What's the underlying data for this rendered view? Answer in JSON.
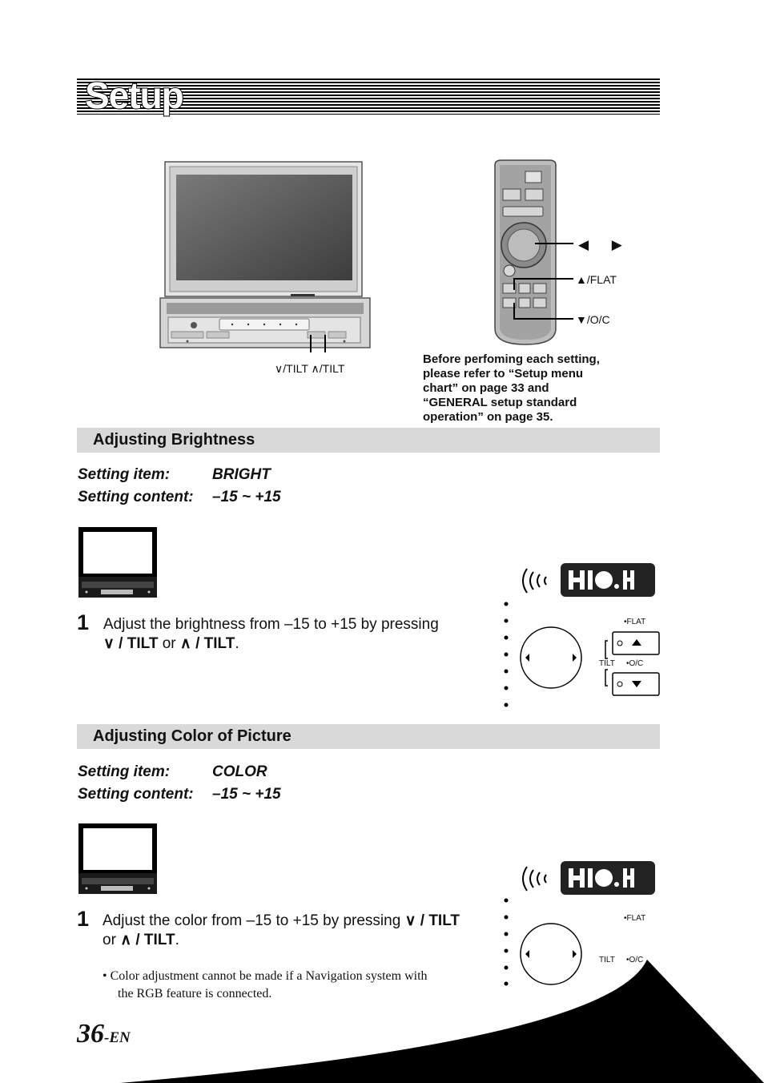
{
  "page": {
    "title": "Setup",
    "page_number": "36",
    "page_suffix": "-EN"
  },
  "overview": {
    "tilt_labels": "∨/TILT ∧/TILT",
    "remote_lr_label": "◀  ▶",
    "remote_flat_label": "▲/FLAT",
    "remote_oc_label": "▼/O/C",
    "reference_note": [
      "Before perfoming each setting,",
      "please refer to “Setup menu",
      "chart” on page 33 and",
      "“GENERAL setup standard",
      "operation” on page 35."
    ]
  },
  "brightness": {
    "heading": "Adjusting Brightness",
    "item_label": "Setting item:",
    "item_value": "BRIGHT",
    "content_label": "Setting content:",
    "content_value": "–15 ~ +15",
    "step_number": "1",
    "step_line1": "Adjust the brightness from –15 to +15 by pressing",
    "step_line2_a": "∨ / TILT",
    "step_line2_b": " or ",
    "step_line2_c": "∧ / TILT",
    "step_line2_d": ".",
    "flat_label": "•FLAT",
    "oc_label": "•O/C",
    "tilt_label": "TILT"
  },
  "color": {
    "heading": "Adjusting Color of Picture",
    "item_label": "Setting item:",
    "item_value": "COLOR",
    "content_label": "Setting content:",
    "content_value": "–15 ~ +15",
    "step_number": "1",
    "step_line1_a": "Adjust the color from –15 to +15 by pressing ",
    "step_line1_b": "∨ / TILT",
    "step_line2_a": "or ",
    "step_line2_b": "∧ / TILT",
    "step_line2_c": ".",
    "note_line1": "•  Color adjustment cannot be made if a Navigation system with",
    "note_line2": "the RGB feature is connected.",
    "flat_label": "•FLAT",
    "oc_label": "•O/C",
    "tilt_label": "TILT"
  },
  "icons": {
    "monitor": "monitor-unit-icon",
    "remote": "remote-control-icon",
    "signal": "ir-signal-icon",
    "joystick": "joystick-icon"
  }
}
